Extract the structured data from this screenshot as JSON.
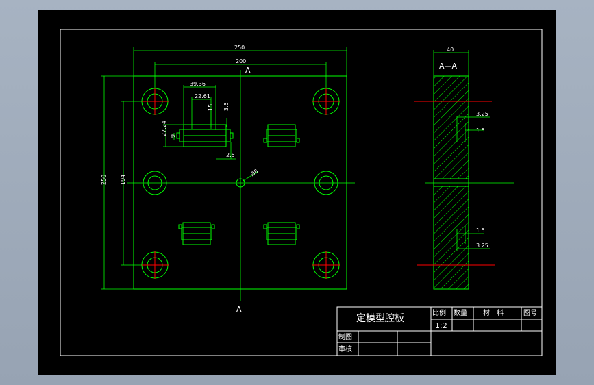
{
  "drawing": {
    "section_marker_top": "A",
    "section_marker_bottom": "A",
    "section_title": "A—A",
    "dimensions": {
      "overall_width": "250",
      "hole_spacing_x": "200",
      "overall_height": "250",
      "hole_spacing_y": "194",
      "cavity_width_outer": "39.36",
      "cavity_width_inner": "22.61",
      "cavity_depth_a": "15",
      "cavity_depth_b": "3.5",
      "cavity_height_outer": "27.24",
      "cavity_height_inner": "9",
      "cavity_offset": "2.5",
      "center_hole": "Ø8",
      "plate_thickness": "40",
      "section_step_top": "3.25",
      "section_depth_top": "1.5",
      "section_depth_bottom": "1.5",
      "section_step_bottom": "3.25"
    }
  },
  "title_block": {
    "part_name": "定模型腔板",
    "scale_label": "比例",
    "quantity_label": "数量",
    "material_label": "材　料",
    "drawing_no_label": "图号",
    "scale_value": "1:2",
    "drawn_by_label": "制图",
    "reviewed_by_label": "审核"
  },
  "colors": {
    "outline": "#00ff00",
    "hole_accent": "#ff0000",
    "text": "#ffffff",
    "hatch": "#00ff00",
    "background": "#000000"
  }
}
